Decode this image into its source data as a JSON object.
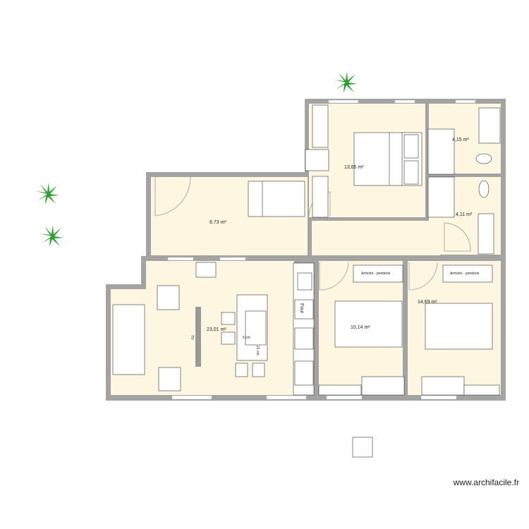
{
  "colors": {
    "wall": "#a3a3a3",
    "floor": "#fdf7e2",
    "furniture": "#ffffff",
    "plant": "#2e9e2e"
  },
  "rooms": [
    {
      "id": "bedroom-top",
      "area": "13,65 m²"
    },
    {
      "id": "bathroom-top",
      "area": "4,15 m²"
    },
    {
      "id": "bathroom-bottom",
      "area": "4,11 m²"
    },
    {
      "id": "entry",
      "area": "8,73 m²"
    },
    {
      "id": "living",
      "area": "23,01 m²"
    },
    {
      "id": "bedroom-middle",
      "area": "10,14 m²"
    },
    {
      "id": "bedroom-right",
      "area": "14,69 m²"
    }
  ],
  "furniture_labels": {
    "wardrobe": "Armoire - penderie",
    "oven": "Four",
    "tv": "TV",
    "island_width": "5 cm",
    "island_depth": "21 cm"
  },
  "watermark": "www.archifacile.fr",
  "icons": [
    "plant-icon",
    "shower-icon",
    "toilet-icon",
    "sink-icon",
    "bed-icon",
    "desk-icon",
    "chair-icon",
    "sofa-icon",
    "fridge-icon",
    "cooktop-icon"
  ]
}
